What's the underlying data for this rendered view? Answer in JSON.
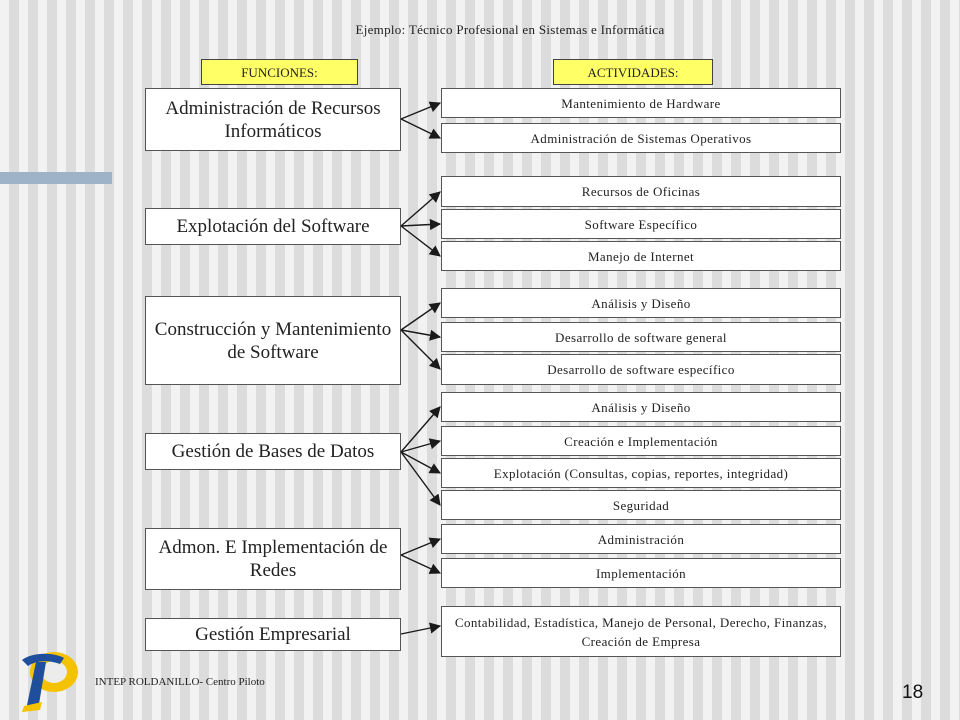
{
  "title": "Ejemplo: Técnico Profesional en Sistemas e Informática",
  "headers": {
    "functions": "FUNCIONES:",
    "activities": "ACTIVIDADES:"
  },
  "functions": [
    "Administración de Recursos Informáticos",
    "Explotación del Software",
    "Construcción y Mantenimiento de Software",
    "Gestión de Bases de Datos",
    "Admon. E Implementación de Redes",
    "Gestión Empresarial"
  ],
  "activities": [
    "Mantenimiento de Hardware",
    "Administración de Sistemas Operativos",
    "Recursos de Oficinas",
    "Software Específico",
    "Manejo de Internet",
    "Análisis y Diseño",
    "Desarrollo de software general",
    "Desarrollo de software específico",
    "Análisis y Diseño",
    "Creación e Implementación",
    "Explotación (Consultas, copias, reportes, integridad)",
    "Seguridad",
    "Administración",
    "Implementación",
    "Contabilidad, Estadística, Manejo de Personal, Derecho, Finanzas, Creación de Empresa"
  ],
  "footer": "INTEP ROLDANILLO- Centro Piloto",
  "page_number": "18",
  "logo": {
    "name": "intep-logo",
    "letters": "IP"
  }
}
